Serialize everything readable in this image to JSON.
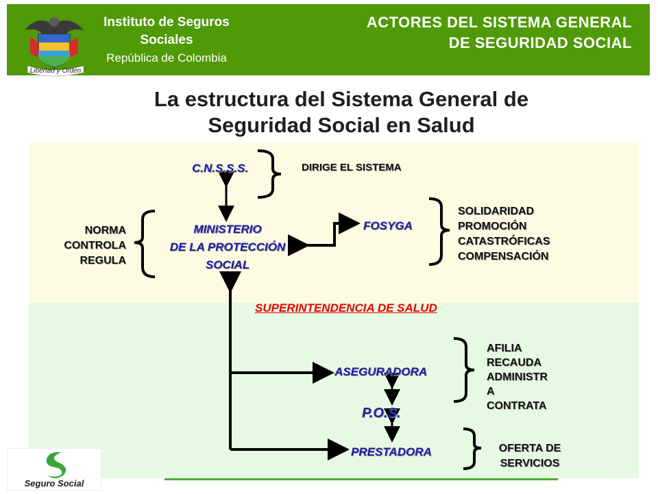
{
  "header": {
    "institution_line1": "Instituto de Seguros",
    "institution_line2": "Sociales",
    "institution_line3": "República de Colombia",
    "title_line1": "ACTORES DEL SISTEMA GENERAL",
    "title_line2": "DE SEGURIDAD SOCIAL",
    "coat_of_arms_motto": "Libertad y Orden",
    "background_color": "#4f9a06"
  },
  "slide": {
    "title_line1": "La estructura del Sistema General de",
    "title_line2": "Seguridad Social en Salud"
  },
  "diagram": {
    "cnsss": "C.N.S.S.S.",
    "dirige": "DIRIGE EL SISTEMA",
    "norma": "NORMA",
    "controla": "CONTROLA",
    "regula": "REGULA",
    "ministerio_line1": "MINISTERIO",
    "ministerio_line2": "DE LA PROTECCIÓN",
    "ministerio_line3": "SOCIAL",
    "fosyga": "FOSYGA",
    "fosyga_functions": [
      "SOLIDARIDAD",
      "PROMOCIÓN",
      "CATASTRÓFICAS",
      "COMPENSACIÓN"
    ],
    "superintendencia": "SUPERINTENDENCIA  DE SALUD",
    "aseguradora": "ASEGURADORA",
    "aseguradora_functions": [
      "AFILIA",
      "RECAUDA",
      "ADMINISTR",
      "A",
      "CONTRATA"
    ],
    "pos": "P.O.S.",
    "prestadora": "PRESTADORA",
    "prestadora_function_line1": "OFERTA DE",
    "prestadora_function_line2": "SERVICIOS",
    "label_color_blue": "#1e1ea8",
    "label_color_red": "#ee0000",
    "top_panel_color": "#fdfbe2",
    "bottom_panel_color": "#e6f9e2"
  },
  "footer": {
    "logo_text": "Seguro Social"
  }
}
